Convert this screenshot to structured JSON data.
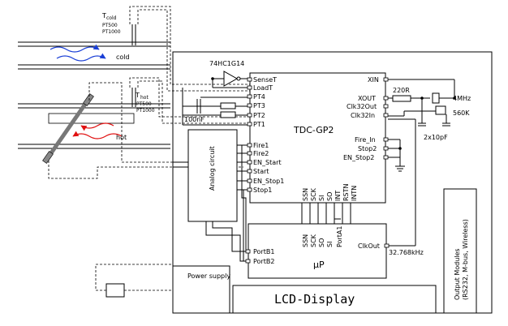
{
  "sensor_cold": {
    "label": "T",
    "sub": "cold",
    "types": [
      "PT500",
      "PT1000"
    ]
  },
  "sensor_hot": {
    "label": "T",
    "sub": "hot",
    "types": [
      "PT500",
      "PT1000"
    ]
  },
  "flow": {
    "cold": "cold",
    "hot": "hot",
    "cold_color": "#1a3fd6",
    "hot_color": "#e01010"
  },
  "schmitt": "74HC1G14",
  "cap_100n": "100nF",
  "tdc": {
    "name": "TDC-GP2",
    "left_pins": [
      "SenseT",
      "LoadT",
      "PT4",
      "PT3",
      "PT2",
      "PT1"
    ],
    "right_pins": [
      "XIN",
      "XOUT",
      "Clk32Out",
      "Clk32In"
    ],
    "right_mid_pins": [
      "Fire_In",
      "Stop2",
      "EN_Stop2"
    ],
    "fire_pins": [
      "Fire1",
      "Fire2",
      "EN_Start",
      "Start",
      "EN_Stop1",
      "Stop1"
    ],
    "bottom_pins": [
      "SSN",
      "SCK",
      "SI",
      "SO",
      "INT",
      "RSTN",
      "INTN"
    ]
  },
  "analog": "Analog circuit",
  "osc": {
    "resistor": "220R",
    "crystal1": "4MHz",
    "crystal2": "560K",
    "caps": "2x10pF"
  },
  "up": {
    "name": "μP",
    "ports": [
      "PortB1",
      "PortB2"
    ],
    "top_pins": [
      "SSN",
      "SCK",
      "SO",
      "SI",
      "PortA1"
    ],
    "clk": "ClkOut",
    "freq": "32.768kHz"
  },
  "power": "Power supply",
  "lcd": "LCD-Display",
  "output": {
    "title": "Output Modules",
    "sub": "(RS232, M-bus, Wireless)"
  }
}
